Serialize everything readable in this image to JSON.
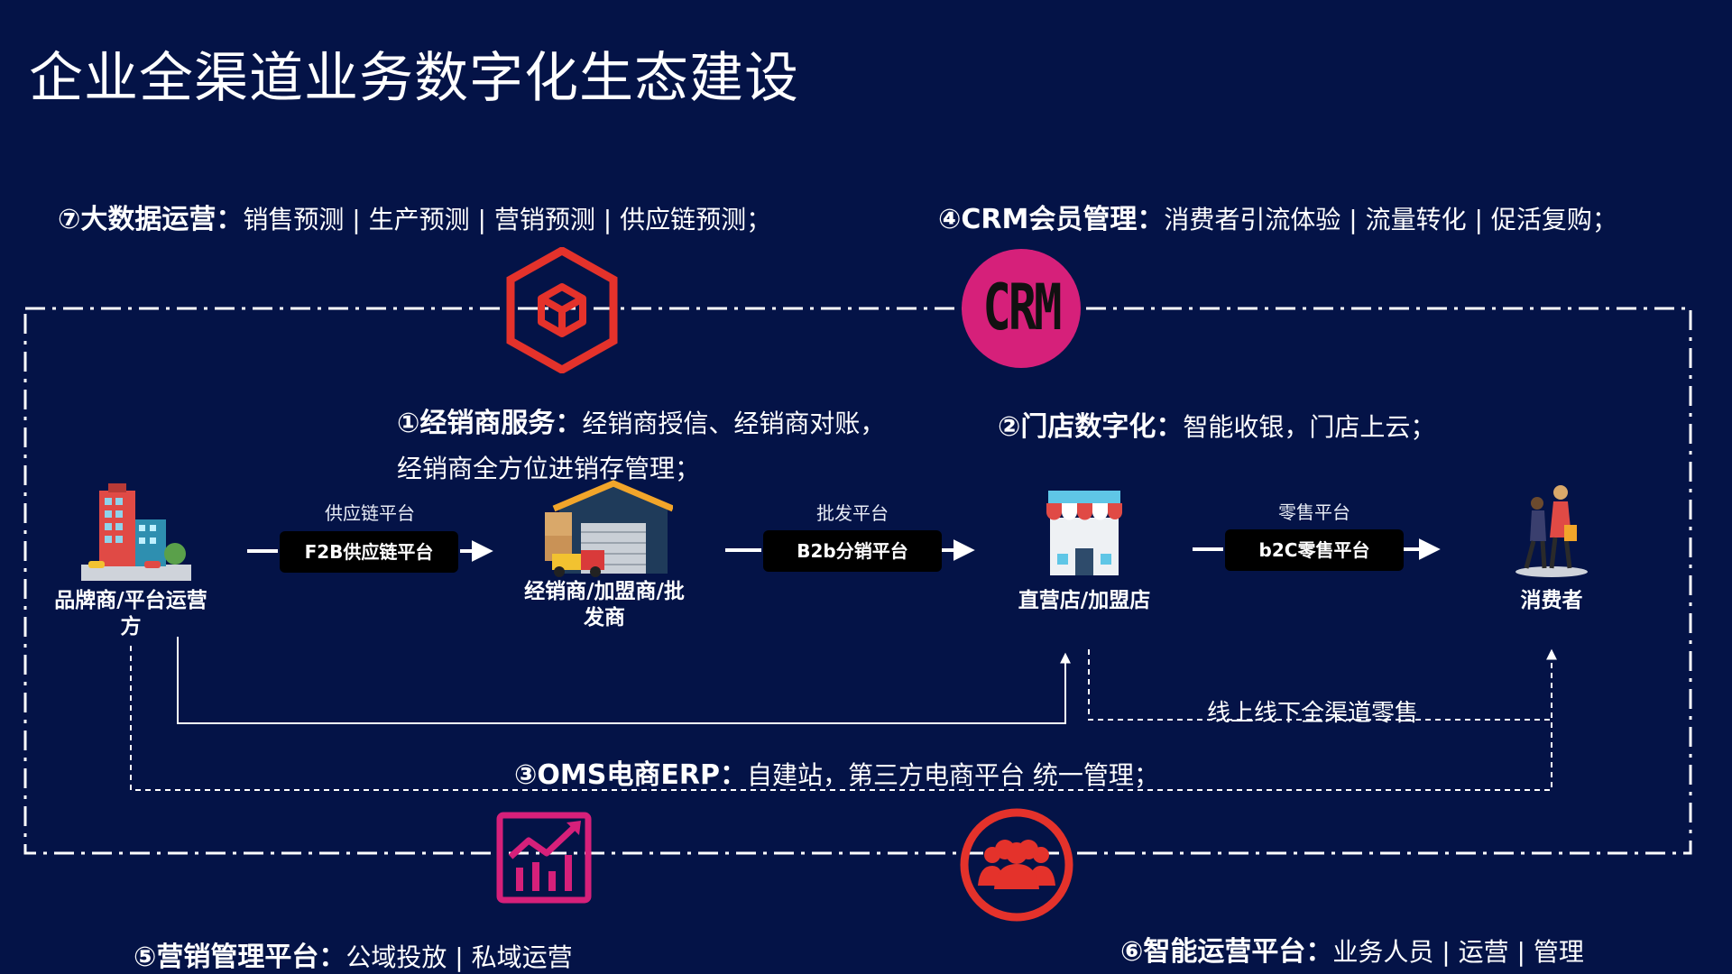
{
  "slide": {
    "title": "企业全渠道业务数字化生态建设"
  },
  "features": {
    "f7": {
      "head": "⑦大数据运营：",
      "body": "销售预测 | 生产预测 | 营销预测 | 供应链预测；"
    },
    "f4": {
      "head": "④CRM会员管理：",
      "body": "消费者引流体验 | 流量转化 | 促活复购；"
    },
    "f1": {
      "head": "①经销商服务：",
      "body": "经销商授信、经销商对账，",
      "body2": "经销商全方位进销存管理；"
    },
    "f2": {
      "head": "②门店数字化：",
      "body": "智能收银，门店上云；"
    },
    "f3": {
      "head": "③OMS电商ERP：",
      "body": "自建站，第三方电商平台 统一管理；"
    },
    "f5": {
      "head": "⑤营销管理平台：",
      "body": "公域投放 | 私域运营"
    },
    "f6": {
      "head": "⑥智能运营平台：",
      "body": "业务人员 | 运营 | 管理"
    }
  },
  "icons": {
    "crm_badge_text": "CRM"
  },
  "flow": {
    "nodes": {
      "brand": "品牌商/平台运营方",
      "distributor": "经销商/加盟商/批发商",
      "store": "直营店/加盟店",
      "consumer": "消费者"
    },
    "links": [
      {
        "caption": "供应链平台",
        "platform": "F2B供应链平台"
      },
      {
        "caption": "批发平台",
        "platform": "B2b分销平台"
      },
      {
        "caption": "零售平台",
        "platform": "b2C零售平台"
      }
    ],
    "omni_channel_label": "线上线下全渠道零售"
  },
  "colors": {
    "background": "#041347",
    "accent_red": "#e4322b",
    "accent_pink": "#d6207a",
    "pill_bg": "#000000",
    "text": "#ffffff"
  }
}
